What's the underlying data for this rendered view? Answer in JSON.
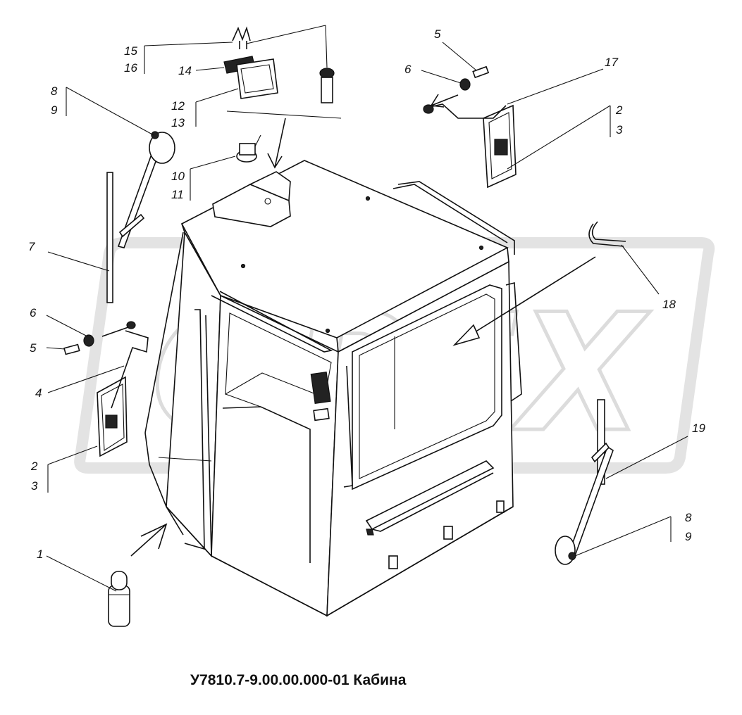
{
  "caption": "У7810.7-9.00.00.000-01 Кабина",
  "watermark": "OPEX",
  "colors": {
    "ink": "#111111",
    "watermark": "#dcdcdc",
    "background": "#ffffff"
  },
  "labels": {
    "l1": "1",
    "l2a": "2",
    "l3a": "3",
    "l2b": "2",
    "l3b": "3",
    "l4": "4",
    "l5a": "5",
    "l5b": "5",
    "l6a": "6",
    "l6b": "6",
    "l7": "7",
    "l8a": "8",
    "l9a": "9",
    "l8b": "8",
    "l9b": "9",
    "l10": "10",
    "l11": "11",
    "l12": "12",
    "l13": "13",
    "l14": "14",
    "l15": "15",
    "l16": "16",
    "l17": "17",
    "l18": "18",
    "l19": "19"
  }
}
